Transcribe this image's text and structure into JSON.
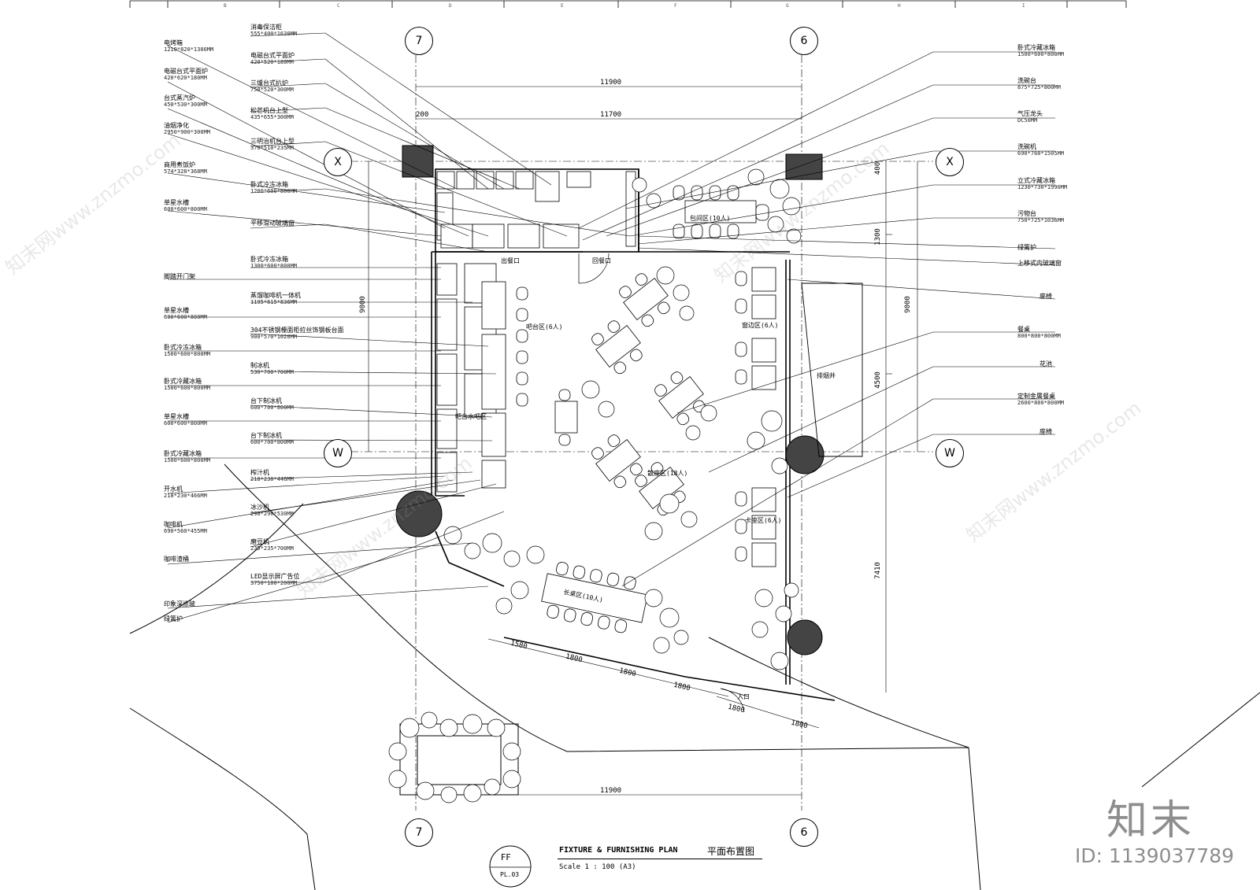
{
  "title": {
    "code": "FF",
    "sheet": "PL.03",
    "en": "FIXTURE & FURNISHING PLAN",
    "cn": "平面布置图",
    "scale": "Scale 1 : 100 (A3)"
  },
  "grid": {
    "col_left": "7",
    "col_right": "6",
    "row_top": "X",
    "row_mid": "W"
  },
  "ruler_letters": [
    "B",
    "C",
    "D",
    "E",
    "F",
    "G",
    "H",
    "I"
  ],
  "dimensions": {
    "top_overall": "11900",
    "top_inner": "11700",
    "top_small": "200",
    "bottom_overall": "11900",
    "left_height": "9000",
    "right_height": "9000",
    "right_seg1": "1300",
    "right_seg2": "4500",
    "right_seg3": "7410",
    "right_seg_top": "400",
    "diag_1": "1580",
    "diag_2": "1800",
    "diag_3": "1800",
    "diag_4": "1800",
    "diag_5": "1800",
    "diag_6": "1800"
  },
  "left_labels": [
    {
      "name": "电烤箱",
      "size": "1210*820*1300MM"
    },
    {
      "name": "消毒保洁柜",
      "size": "555*400*1630MM"
    },
    {
      "name": "电磁台式平面炉",
      "size": "420*520*180MM"
    },
    {
      "name": "电磁台式平面炉",
      "size": "420*620*180MM"
    },
    {
      "name": "三爐台式扒炉",
      "size": "750*520*300MM"
    },
    {
      "name": "台式蒸汽炉",
      "size": "450*530*300MM"
    },
    {
      "name": "松芒机台上型",
      "size": "435*655*300MM"
    },
    {
      "name": "油烟净化",
      "size": "2950*900*300MM"
    },
    {
      "name": "三明治机台上型",
      "size": "370*510*235MM"
    },
    {
      "name": "商用煮饭炉",
      "size": "574*328*368MM"
    },
    {
      "name": "卧式冷冻冰箱",
      "size": "1200*600*800MM"
    },
    {
      "name": "单星水槽",
      "size": "600*600*800MM"
    },
    {
      "name": "平移滑动玻璃窗",
      "size": ""
    },
    {
      "name": "卧式冷冻冰箱",
      "size": "1300*600*800MM"
    },
    {
      "name": "脚踏开门架",
      "size": ""
    },
    {
      "name": "蒸馏咖啡机一体机",
      "size": "1195*615*836MM"
    },
    {
      "name": "单星水槽",
      "size": "600*600*800MM"
    },
    {
      "name": "304不锈钢檯面柜拉丝饰钢板台面",
      "size": "900*570*1020MM"
    },
    {
      "name": "卧式冷冻冰箱",
      "size": "1500*600*800MM"
    },
    {
      "name": "制冰机",
      "size": "530*700*700MM"
    },
    {
      "name": "卧式冷藏冰箱",
      "size": "1500*600*800MM"
    },
    {
      "name": "台下制冰机",
      "size": "600*700*800MM"
    },
    {
      "name": "单星水槽",
      "size": "600*600*800MM"
    },
    {
      "name": "台下制冰机",
      "size": "600*700*800MM"
    },
    {
      "name": "卧式冷藏冰箱",
      "size": "1500*600*800MM"
    },
    {
      "name": "榨汁机",
      "size": "218*230*446MM"
    },
    {
      "name": "开水机",
      "size": "218*230*466MM"
    },
    {
      "name": "冰沙机",
      "size": "298*290*530MM"
    },
    {
      "name": "咖啡机",
      "size": "690*560*455MM"
    },
    {
      "name": "磨豆机",
      "size": "235*235*700MM"
    },
    {
      "name": "咖啡渣桶",
      "size": ""
    },
    {
      "name": "LED显示屏广告位",
      "size": "3750*100*200MM"
    },
    {
      "name": "印象深涂玻",
      "size": ""
    },
    {
      "name": "绿篱护",
      "size": ""
    }
  ],
  "right_labels": [
    {
      "name": "卧式冷藏冰箱",
      "size": "1500*600*800MM"
    },
    {
      "name": "洗碗台",
      "size": "875*725*800MM"
    },
    {
      "name": "气压龙头",
      "size": "DC50MM"
    },
    {
      "name": "洗碗机",
      "size": "690*760*1505MM"
    },
    {
      "name": "立式冷藏冰箱",
      "size": "1230*730*1990MM"
    },
    {
      "name": "污物台",
      "size": "750*725*1036MM"
    },
    {
      "name": "绿篱护",
      "size": ""
    },
    {
      "name": "上移式内玻璃窗",
      "size": ""
    },
    {
      "name": "座椅",
      "size": ""
    },
    {
      "name": "餐桌",
      "size": "800*800*800MM"
    },
    {
      "name": "花池",
      "size": ""
    },
    {
      "name": "定制金属餐桌",
      "size": "2600*800*800MM"
    },
    {
      "name": "座椅",
      "size": ""
    }
  ],
  "zones": {
    "kitchen_door1": "出餐口",
    "kitchen_door2": "回餐口",
    "bar_seating": "吧台区(6人)",
    "bar_service": "吧台水吧区",
    "private_room": "包间区(10人)",
    "window_seating": "窗边区(6人)",
    "dining_main": "散座区(18人)",
    "side_seating": "卡座区(6人)",
    "long_table": "长桌区(10人)",
    "smoke_room": "排烟井",
    "entrance": "入口"
  },
  "watermark": {
    "logo": "知末",
    "id": "ID: 1139037789",
    "site": "知末网www.znzmo.com"
  }
}
